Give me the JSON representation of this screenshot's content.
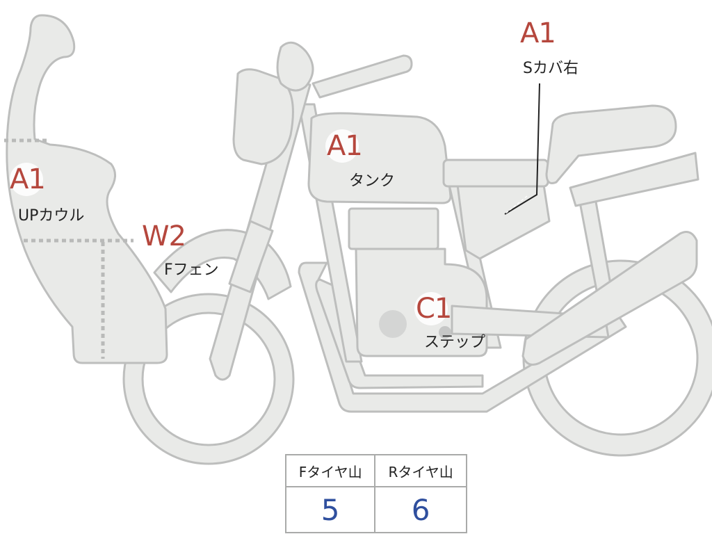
{
  "colors": {
    "grade_text": "#b5473d",
    "tire_value_text": "#2f4f9e",
    "part_fill": "#e9eae8",
    "part_outline": "#bdbebd"
  },
  "parts": {
    "s_cover_right": {
      "grade": "A1",
      "label": "Sカバ右"
    },
    "tank": {
      "grade": "A1",
      "label": "タンク"
    },
    "up_cowl": {
      "grade": "A1",
      "label": "UPカウル"
    },
    "f_fender": {
      "grade": "W2",
      "label": "Fフェン"
    },
    "step": {
      "grade": "C1",
      "label": "ステップ"
    }
  },
  "tire_table": {
    "headers": [
      "Fタイヤ山",
      "Rタイヤ山"
    ],
    "values": [
      "5",
      "6"
    ]
  }
}
